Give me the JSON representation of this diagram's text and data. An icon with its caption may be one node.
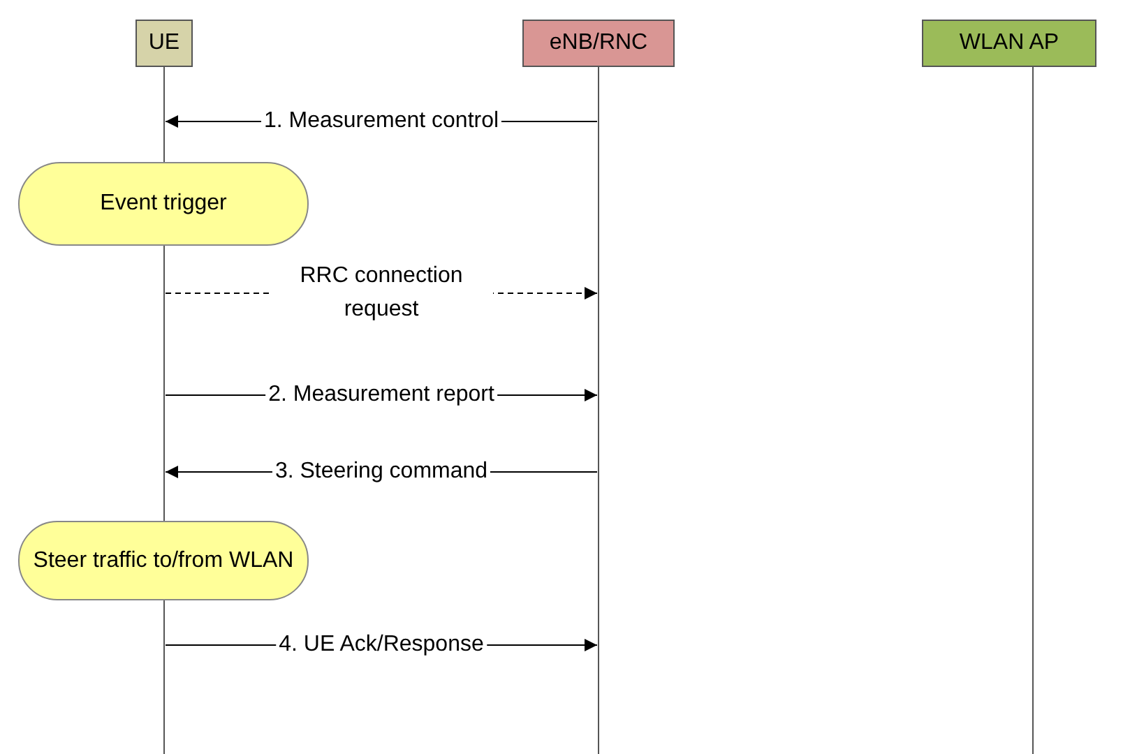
{
  "diagram": {
    "nodes": [
      {
        "text": [
          "UE"
        ]
      },
      {
        "text": [
          "eNB/RNC"
        ]
      },
      {
        "text": [
          "WLAN AP"
        ]
      },
      {
        "text": [],
        "shape": "bar"
      },
      {
        "text": [],
        "shape": "bar"
      },
      {
        "text": [],
        "shape": "bar"
      },
      {
        "text": [],
        "shape": "bar"
      },
      {
        "text": [],
        "shape": "bar"
      },
      {
        "text": [
          "Event trigger"
        ]
      },
      {
        "text": [
          "Steer traffic to/from WLAN"
        ]
      }
    ],
    "edges": [
      {
        "from": 6,
        "to": 3,
        "arrow": "to",
        "label": "1. Measurement control"
      },
      {
        "from": 4,
        "to": 6,
        "arrow": "to",
        "label": "RRC connection request",
        "style": "dashed"
      },
      {
        "from": 4,
        "to": 6,
        "arrow": "to",
        "label": "2. Measurement report"
      },
      {
        "from": 6,
        "to": 4,
        "arrow": "to",
        "label": "3. Steering command"
      },
      {
        "from": 5,
        "to": 6,
        "arrow": "to",
        "label": "4. UE Ack/Response"
      }
    ]
  }
}
